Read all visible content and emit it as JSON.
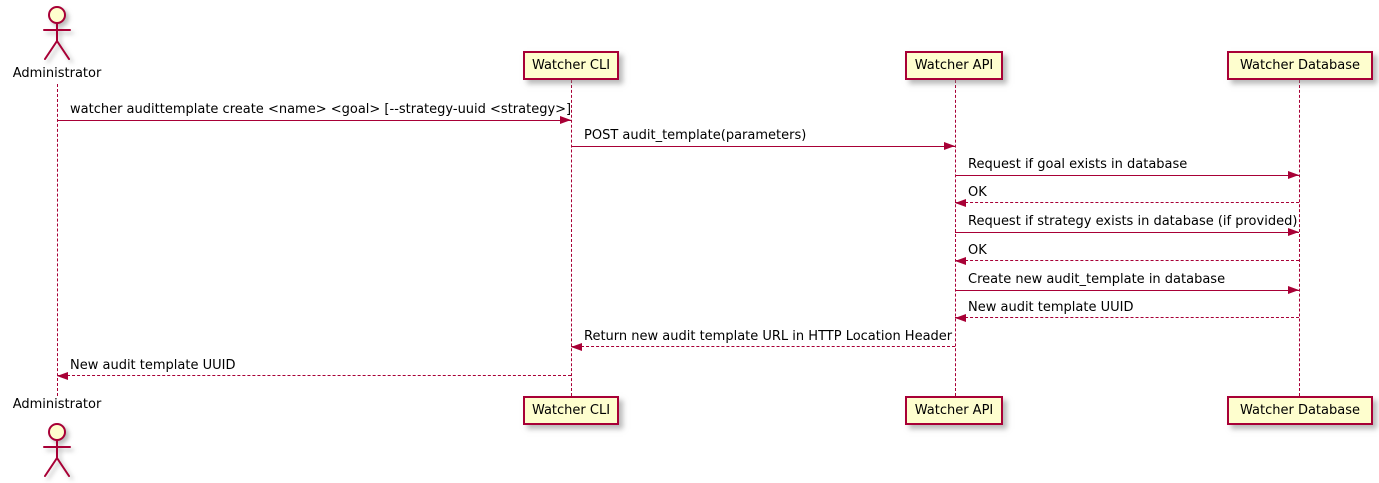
{
  "diagram_type": "uml-sequence",
  "colors": {
    "line": "#A80036",
    "box_fill": "#FEFECE",
    "box_border": "#A80036",
    "text": "#000000",
    "background": "#FFFFFF"
  },
  "actor": {
    "name": "Administrator"
  },
  "participants": [
    {
      "label": "Watcher CLI"
    },
    {
      "label": "Watcher API"
    },
    {
      "label": "Watcher Database"
    }
  ],
  "messages": [
    {
      "text": "watcher audittemplate create <name> <goal> [--strategy-uuid <strategy>]",
      "from": "Administrator",
      "to": "Watcher CLI",
      "line": "solid",
      "direction": "right"
    },
    {
      "text": "POST audit_template(parameters)",
      "from": "Watcher CLI",
      "to": "Watcher API",
      "line": "solid",
      "direction": "right"
    },
    {
      "text": "Request if goal exists in database",
      "from": "Watcher API",
      "to": "Watcher Database",
      "line": "solid",
      "direction": "right"
    },
    {
      "text": "OK",
      "from": "Watcher Database",
      "to": "Watcher API",
      "line": "dashed",
      "direction": "left"
    },
    {
      "text": "Request if strategy exists in database (if provided)",
      "from": "Watcher API",
      "to": "Watcher Database",
      "line": "solid",
      "direction": "right"
    },
    {
      "text": "OK",
      "from": "Watcher Database",
      "to": "Watcher API",
      "line": "dashed",
      "direction": "left"
    },
    {
      "text": "Create new audit_template in database",
      "from": "Watcher API",
      "to": "Watcher Database",
      "line": "solid",
      "direction": "right"
    },
    {
      "text": "New audit template UUID",
      "from": "Watcher Database",
      "to": "Watcher API",
      "line": "dashed",
      "direction": "left"
    },
    {
      "text": "Return new audit template URL in HTTP Location Header",
      "from": "Watcher API",
      "to": "Watcher CLI",
      "line": "dashed",
      "direction": "left"
    },
    {
      "text": "New audit template UUID",
      "from": "Watcher CLI",
      "to": "Administrator",
      "line": "dashed",
      "direction": "left"
    }
  ]
}
